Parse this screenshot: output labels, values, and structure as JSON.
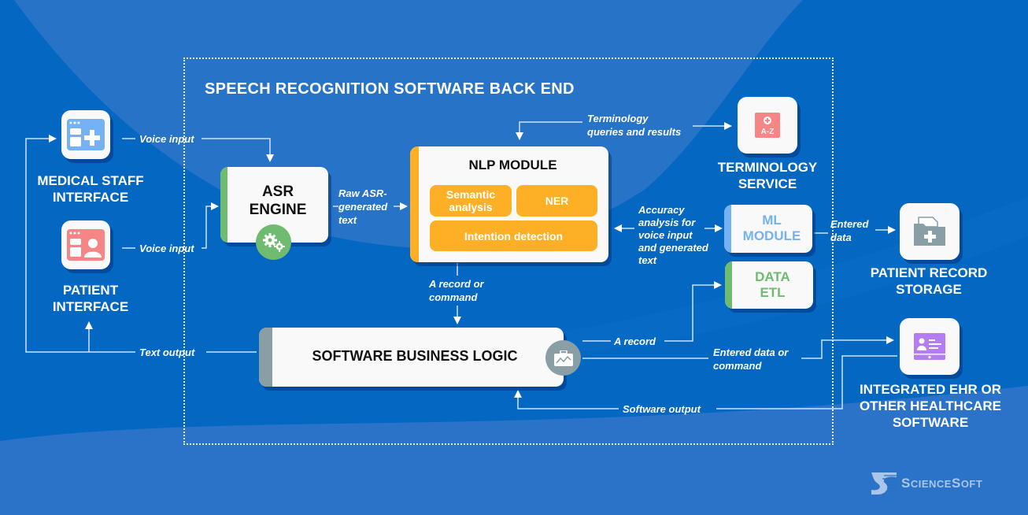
{
  "colors": {
    "background": "#0468c2",
    "background_light": "#2673c7",
    "card": "#f9f9fa",
    "asr_accent": "#6fbb6f",
    "nlp_accent": "#fdb025",
    "ml_accent": "#74b2f5",
    "etl_accent": "#6fbb6f",
    "business_accent": "#8a9ea6",
    "medical_icon": "#74b2f5",
    "patient_icon": "#f68585",
    "terminology_icon": "#f68585",
    "storage_icon": "#8a9ea6",
    "ehr_icon": "#b57ef0"
  },
  "frame": {
    "title": "SPEECH RECOGNITION SOFTWARE BACK END"
  },
  "externals": {
    "medical_staff": {
      "label_line1": "MEDICAL STAFF",
      "label_line2": "INTERFACE",
      "icon": "medical-window-plus-icon"
    },
    "patient": {
      "label_line1": "PATIENT",
      "label_line2": "INTERFACE",
      "icon": "patient-window-person-icon"
    },
    "terminology": {
      "label_line1": "TERMINOLOGY",
      "label_line2": "SERVICE",
      "icon": "a-z-dictionary-icon",
      "icon_text": "A-Z"
    },
    "patient_record": {
      "label_line1": "PATIENT RECORD",
      "label_line2": "STORAGE",
      "icon": "medical-folder-icon"
    },
    "ehr": {
      "label_line1": "INTEGRATED EHR OR",
      "label_line2": "OTHER HEALTHCARE",
      "label_line3": "SOFTWARE",
      "icon": "profile-monitor-icon"
    }
  },
  "modules": {
    "asr": {
      "title_line1": "ASR",
      "title_line2": "ENGINE",
      "icon": "gears-icon"
    },
    "nlp": {
      "title": "NLP MODULE",
      "chips": [
        {
          "line1": "Semantic",
          "line2": "analysis"
        },
        {
          "line1": "NER",
          "line2": ""
        },
        {
          "line1": "Intention detection",
          "line2": ""
        }
      ]
    },
    "ml": {
      "title_line1": "ML",
      "title_line2": "MODULE"
    },
    "etl": {
      "title_line1": "DATA",
      "title_line2": "ETL"
    },
    "business": {
      "title": "SOFTWARE BUSINESS LOGIC",
      "icon": "briefcase-chart-icon"
    }
  },
  "flows": {
    "voice_input_staff": "Voice input",
    "voice_input_patient": "Voice input",
    "raw_asr": {
      "line1": "Raw ASR-",
      "line2": "generated",
      "line3": "text"
    },
    "terminology_queries": {
      "line1": "Terminology",
      "line2": "queries and results"
    },
    "accuracy": {
      "line1": "Accuracy",
      "line2": "analysis for",
      "line3": "voice input",
      "line4": "and generated",
      "line5": "text"
    },
    "entered_data": {
      "line1": "Entered",
      "line2": "data"
    },
    "record_or_command": {
      "line1": "A record or",
      "line2": "command"
    },
    "a_record": "A record",
    "entered_data_or_command": {
      "line1": "Entered data or",
      "line2": "command"
    },
    "text_output": "Text output",
    "software_output": "Software output"
  },
  "brand": {
    "logo_cap1": "S",
    "logo_small1": "CIENCE",
    "logo_cap2": "S",
    "logo_small2": "OFT"
  }
}
